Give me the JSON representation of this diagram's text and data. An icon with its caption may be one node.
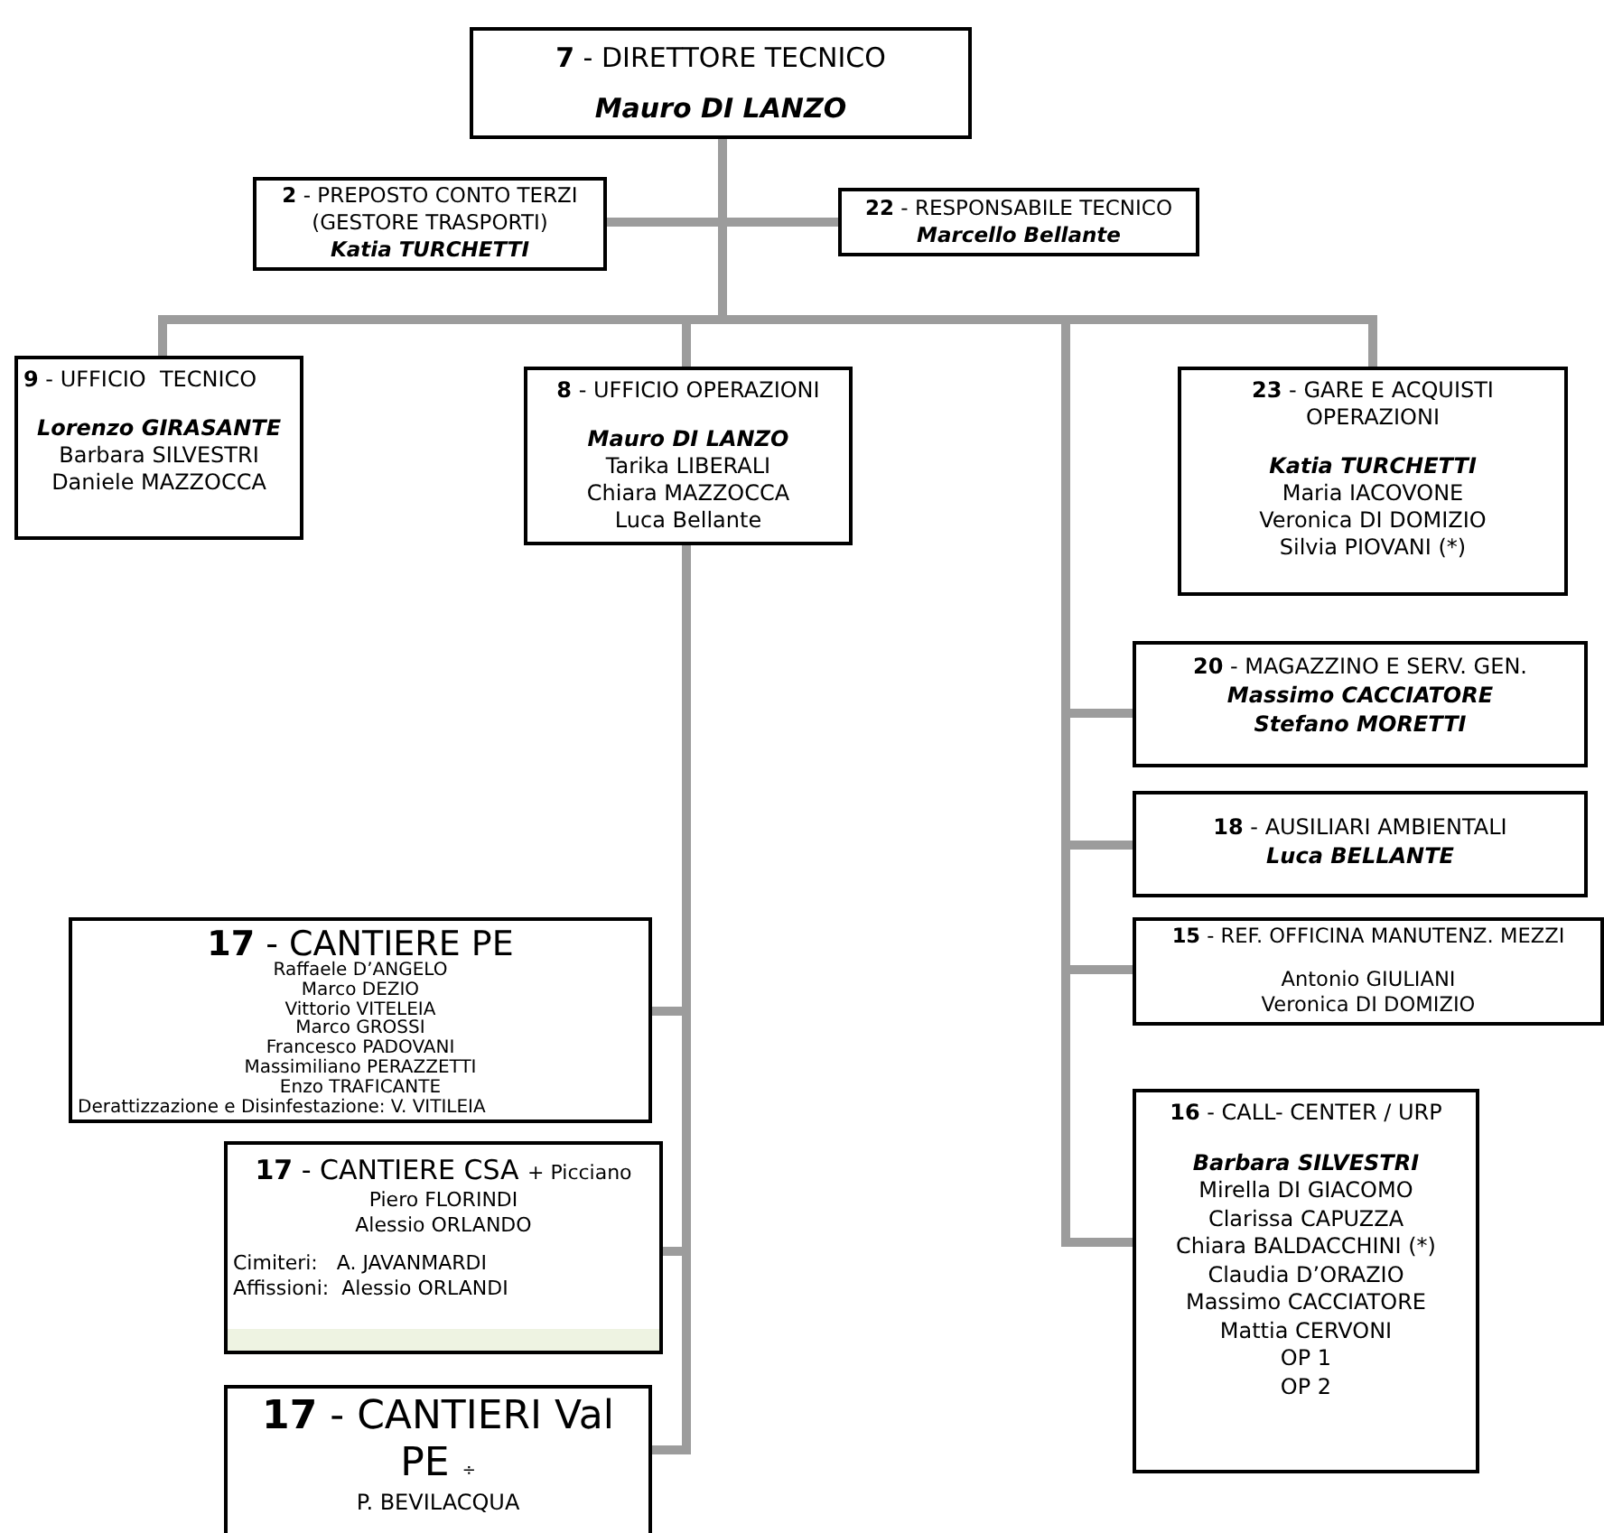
{
  "diagram": {
    "nodes": [
      {
        "text": [
          "**7** - DIRETTORE TECNICO",
          "Mauro DI LANZO"
        ]
      },
      {
        "text": [
          "**2** - PREPOSTO CONTO TERZI (GESTORE TRASPORTI)",
          "Katia TURCHETTI"
        ]
      },
      {
        "text": [
          "**22** - RESPONSABILE TECNICO",
          "Marcello Bellante"
        ]
      },
      {
        "text": [
          "**9** - UFFICIO  TECNICO",
          "Lorenzo GIRASANTE",
          "Barbara SILVESTRI",
          "Daniele MAZZOCCA"
        ]
      },
      {
        "text": [
          "**8** - UFFICIO OPERAZIONI",
          "Mauro DI LANZO",
          "Tarika LIBERALI",
          "Chiara MAZZOCCA",
          "Luca Bellante"
        ]
      },
      {
        "text": [
          "**23** - GARE E ACQUISTI OPERAZIONI",
          "Katia TURCHETTI",
          "Maria IACOVONE",
          "Veronica DI DOMIZIO",
          "Silvia PIOVANI (*)"
        ]
      },
      {
        "text": [
          "**20** - MAGAZZINO E SERV. GEN.",
          "Massimo CACCIATORE",
          "Stefano MORETTI"
        ]
      },
      {
        "text": [
          "**18** - AUSILIARI AMBIENTALI",
          "Luca BELLANTE"
        ]
      },
      {
        "text": [
          "**15** - REF. OFFICINA MANUTENZ. MEZZI",
          "Antonio GIULIANI",
          "Veronica DI DOMIZIO"
        ]
      },
      {
        "text": [
          "**16** - CALL- CENTER / URP",
          "Barbara SILVESTRI",
          "Mirella DI GIACOMO",
          "Clarissa CAPUZZA",
          "Chiara BALDACCHINI (*)",
          "Claudia D’ORAZIO",
          "Massimo CACCIATORE",
          "Mattia CERVONI",
          "OP 1",
          "OP 2"
        ]
      },
      {
        "text": [
          "**17** - CANTIERE PE",
          "Raffaele D’ANGELO",
          "Marco DEZIO",
          "Vittorio VITELEIA",
          "Marco GROSSI",
          "Francesco PADOVANI",
          "Massimiliano PERAZZETTI",
          "Enzo TRAFICANTE",
          "Derattizzazione e Disinfestazione: V. VITILEIA"
        ]
      },
      {
        "text": [
          "**17** - CANTIERE CSA",
          "+ Picciano",
          "Piero FLORINDI",
          "Alessio ORLANDO",
          "Cimiteri:   A. JAVANMARDI",
          "Affissioni:  Alessio ORLANDI"
        ]
      },
      {
        "text": [
          "**17** - CANTIERI Val PE",
          "÷",
          "P. BEVILACQUA"
        ]
      }
    ],
    "edges": [
      {
        "from": 0,
        "to": 1,
        "arrow": "none"
      },
      {
        "from": 0,
        "to": 2,
        "arrow": "none"
      },
      {
        "from": 0,
        "to": 3,
        "arrow": "none"
      },
      {
        "from": 0,
        "to": 4,
        "arrow": "none"
      },
      {
        "from": 0,
        "to": 5,
        "arrow": "none"
      },
      {
        "from": 0,
        "to": 6,
        "arrow": "none"
      },
      {
        "from": 0,
        "to": 7,
        "arrow": "none"
      },
      {
        "from": 0,
        "to": 8,
        "arrow": "none"
      },
      {
        "from": 0,
        "to": 9,
        "arrow": "none"
      },
      {
        "from": 4,
        "to": 10,
        "arrow": "none"
      },
      {
        "from": 4,
        "to": 11,
        "arrow": "none"
      },
      {
        "from": 4,
        "to": 12,
        "arrow": "none"
      }
    ]
  }
}
